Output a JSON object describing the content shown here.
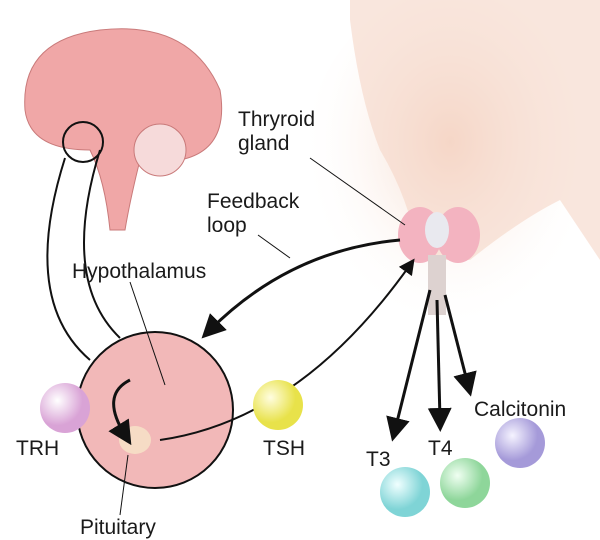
{
  "labels": {
    "thyroid_gland": "Thryroid\ngland",
    "feedback_loop": "Feedback\nloop",
    "hypothalamus": "Hypothalamus",
    "trh": "TRH",
    "tsh": "TSH",
    "t3": "T3",
    "t4": "T4",
    "calcitonin": "Calcitonin",
    "pituitary": "Pituitary"
  },
  "colors": {
    "trh": "#e4b6e0",
    "tsh": "#f2ee7a",
    "t3": "#9fe0e0",
    "t4": "#a9e2b0",
    "calcitonin": "#bcb3e6",
    "brain": "#f0a7a7",
    "thyroid": "#f3b3c0"
  }
}
